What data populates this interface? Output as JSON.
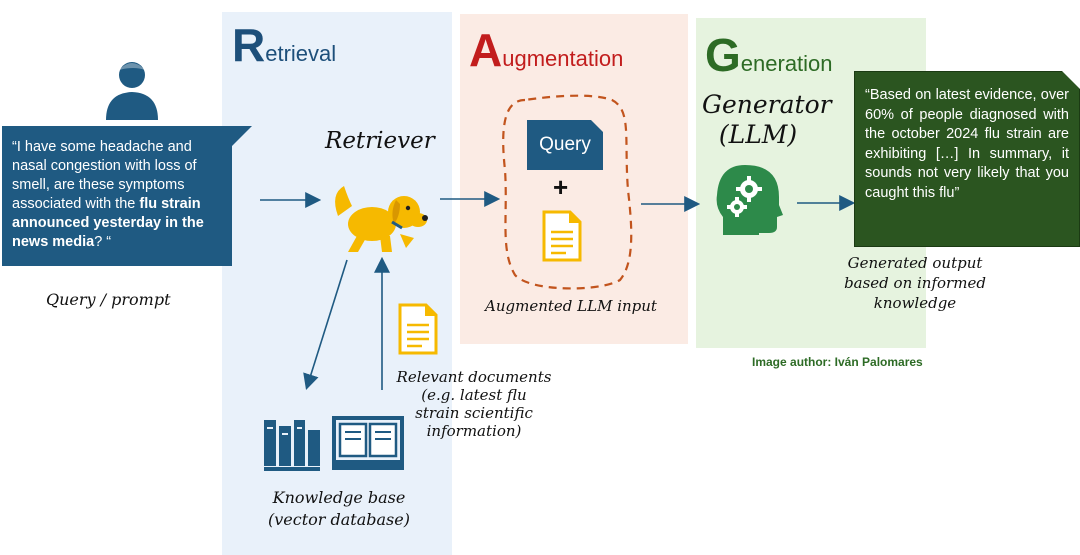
{
  "stages": {
    "retrieval": {
      "cap": "R",
      "rest": "etrieval"
    },
    "augmentation": {
      "cap": "A",
      "rest": "ugmentation"
    },
    "generation": {
      "cap": "G",
      "rest": "eneration"
    }
  },
  "query": {
    "text_before": "“I have some headache and nasal congestion with loss of smell, are these symptoms associated with the ",
    "text_bold": "flu strain announced yesterday in the news media",
    "text_after": "? “",
    "label": "Query / prompt"
  },
  "retriever": {
    "label": "Retriever"
  },
  "augmentation": {
    "query_chip": "Query",
    "plus": "+",
    "label": "Augmented LLM input"
  },
  "generator": {
    "line1": "Generator",
    "line2": "(LLM)"
  },
  "output": {
    "text": "“Based on latest evidence, over 60% of people diagnosed with the october 2024 flu strain are exhibiting […] In summary, it sounds not very likely that you caught this flu”",
    "label_lines": [
      "Generated output",
      "based on informed",
      "knowledge"
    ]
  },
  "credit": "Image author: Iván Palomares",
  "relevant_docs": {
    "lines": [
      "Relevant documents",
      "(e.g. latest flu",
      "strain scientific",
      "information)"
    ]
  },
  "knowledge_base": {
    "lines": [
      "Knowledge base",
      "(vector database)"
    ]
  },
  "icons": {
    "user": "user-icon",
    "dog": "retriever-dog-icon",
    "doc": "document-icon",
    "brain": "brain-gears-icon",
    "books": "books-icon",
    "book": "open-book-icon"
  },
  "colors": {
    "blue": "#1f5a82",
    "red": "#c21d1d",
    "green": "#2d6b25",
    "gold": "#f6b900"
  }
}
